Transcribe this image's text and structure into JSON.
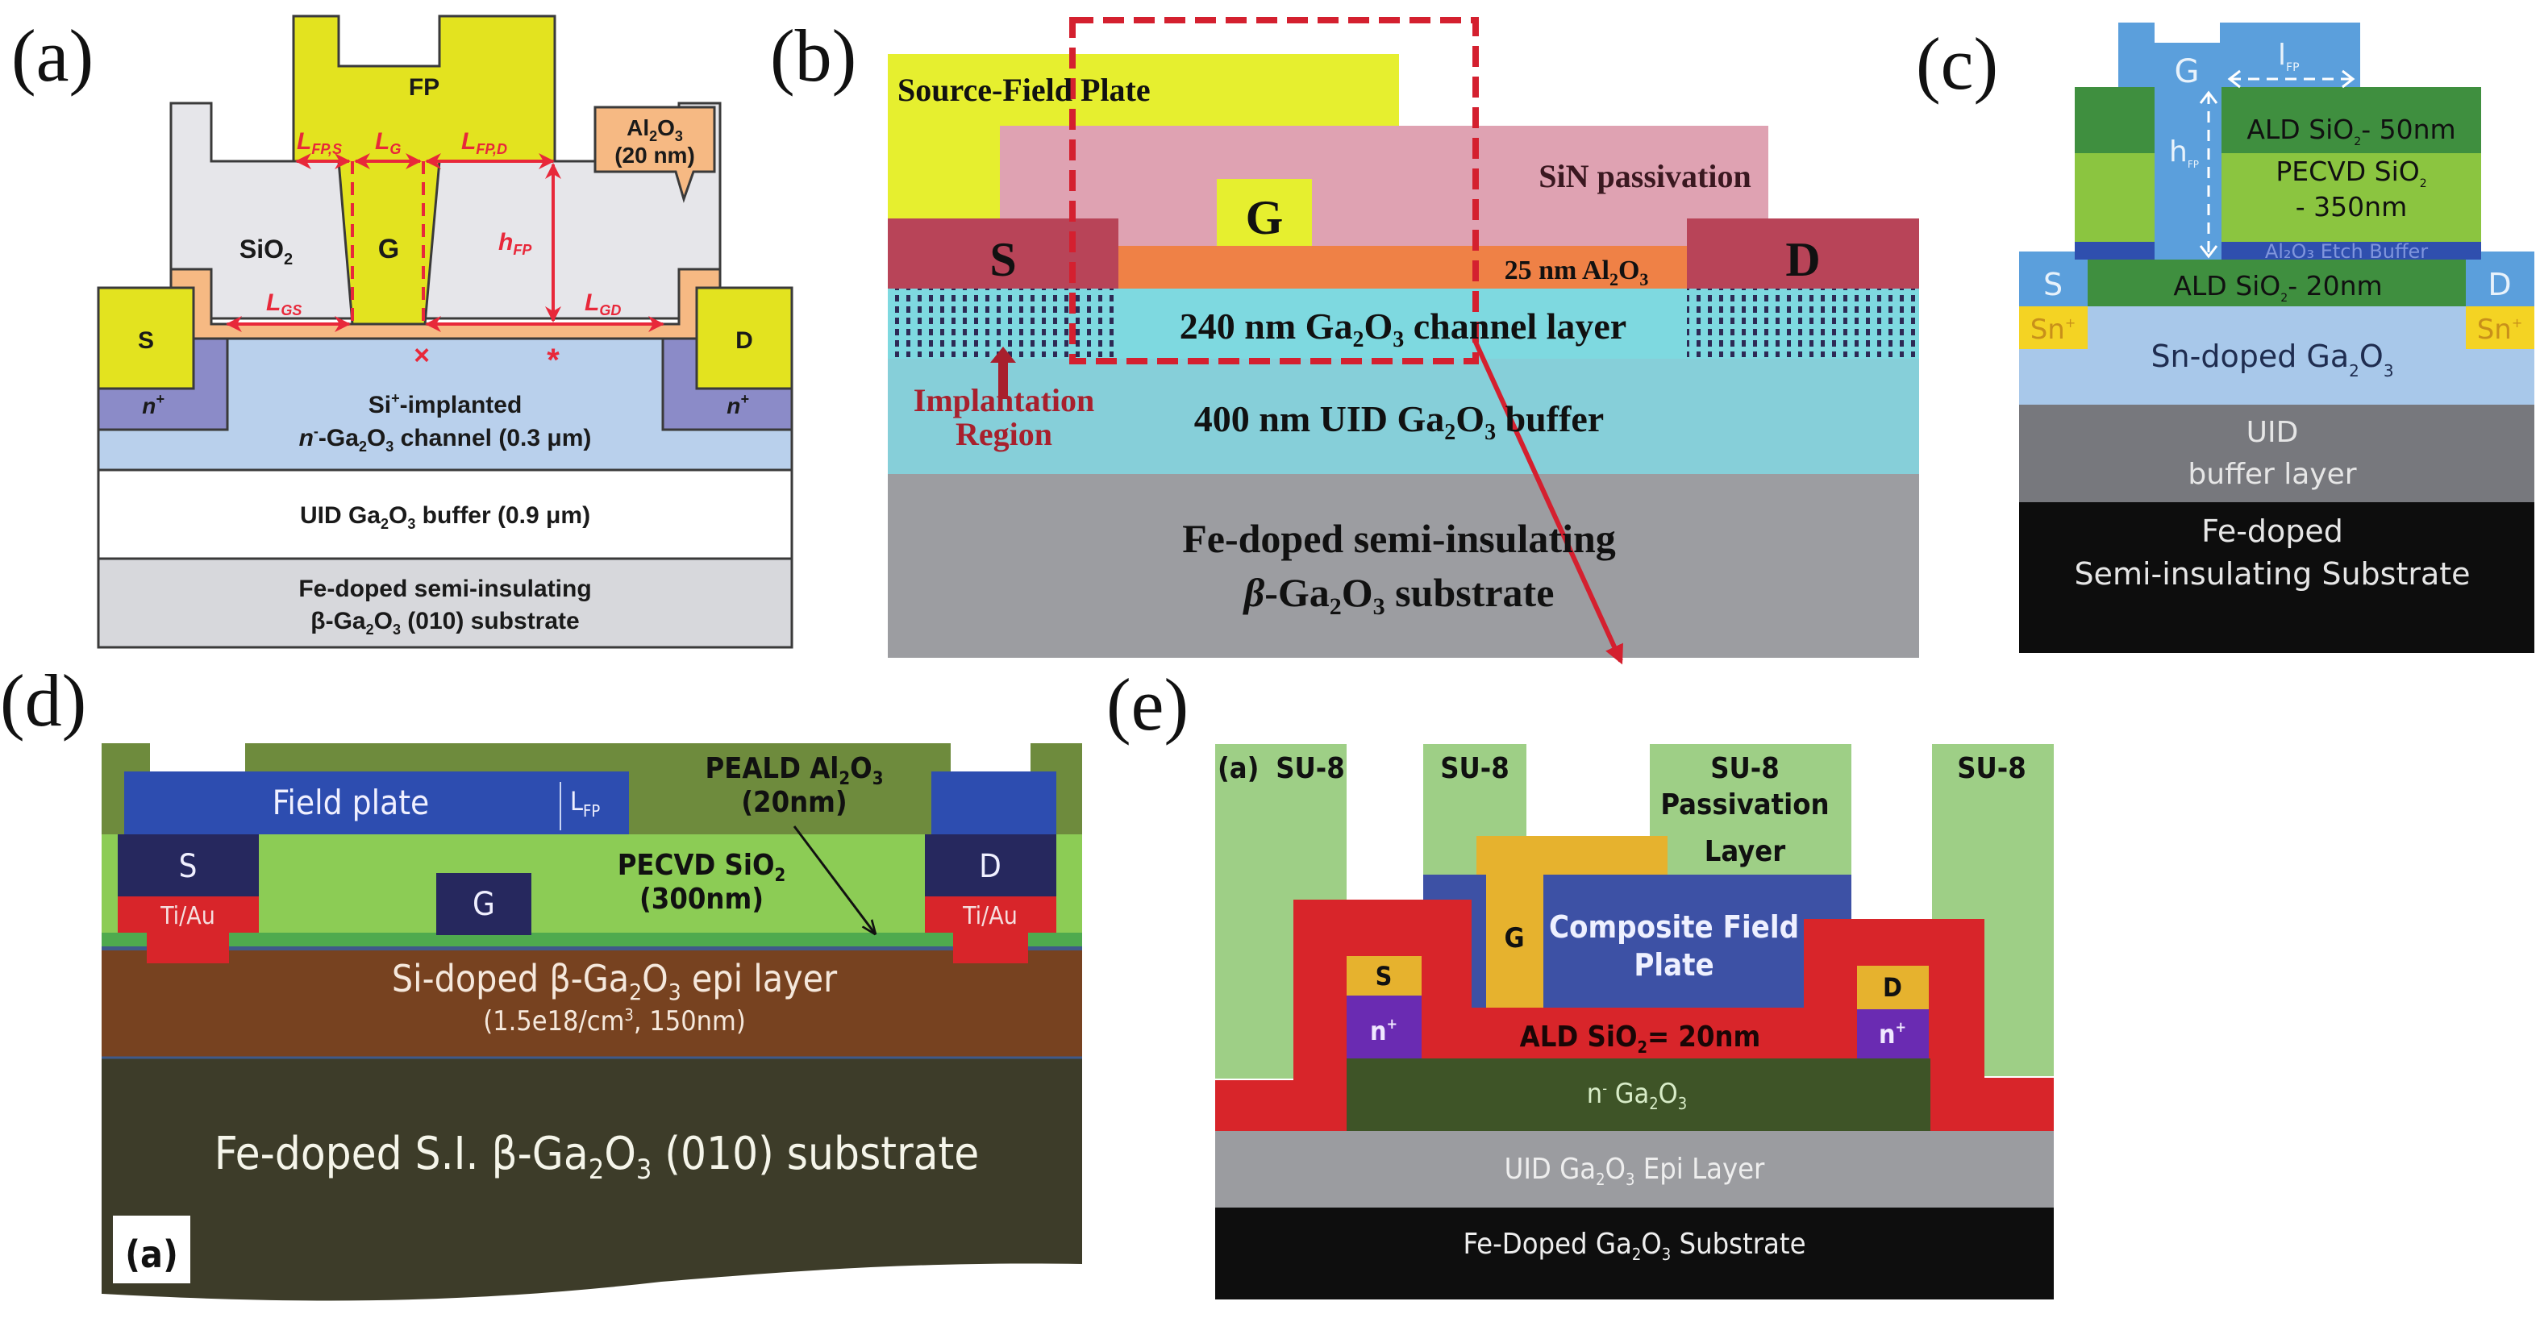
{
  "figure": {
    "description": "Five cross-section schematics of field-plated beta-Ga2O3 MOSFET device structures",
    "panel_labels": [
      "(a)",
      "(b)",
      "(c)",
      "(d)",
      "(e)"
    ]
  },
  "panel_a": {
    "label": "(a)",
    "colors": {
      "metal": "#e3e31f",
      "sio2": "#e6e6ea",
      "al2o3": "#f6b983",
      "nplus": "#8b8bc8",
      "channel": "#b9d0ec",
      "buffer": "#ffffff",
      "substrate": "#d7d8dc",
      "annotation": "#e8283a"
    },
    "field_plate": "FP",
    "gate": "G",
    "source": "S",
    "drain": "D",
    "dielectric": {
      "base": "SiO",
      "sub": "2"
    },
    "al2o3_callout": {
      "line1_base": "Al",
      "line1_sub1": "2",
      "line1_mid": "O",
      "line1_sub2": "3",
      "line2": "(20 nm)"
    },
    "dimensions": {
      "lfps": {
        "base": "L",
        "sub": "FP,S"
      },
      "lg": {
        "base": "L",
        "sub": "G"
      },
      "lfpd": {
        "base": "L",
        "sub": "FP,D"
      },
      "hfp": {
        "base": "h",
        "sub": "FP"
      },
      "lgs": {
        "base": "L",
        "sub": "GS"
      },
      "lgd": {
        "base": "L",
        "sub": "GD"
      }
    },
    "markers": {
      "x_mark": "×",
      "star_mark": "*"
    },
    "nplus": {
      "base": "n",
      "sup": "+"
    },
    "channel_line1": {
      "base": "Si",
      "sup": "+",
      "rest": "-implanted"
    },
    "channel_line2": {
      "pre": "n",
      "sup": "-",
      "mid": "-Ga",
      "s1": "2",
      "o": "O",
      "s2": "3",
      "rest": " channel (0.3 μm)"
    },
    "buffer": {
      "pre": "UID Ga",
      "s1": "2",
      "o": "O",
      "s2": "3",
      "rest": " buffer (0.9 μm)"
    },
    "substrate_line1": "Fe-doped semi-insulating",
    "substrate_line2": {
      "pre": "β-Ga",
      "s1": "2",
      "o": "O",
      "s2": "3",
      "rest": " (010) substrate"
    }
  },
  "panel_b": {
    "label": "(b)",
    "colors": {
      "field_plate": "#e6ef2f",
      "sin": "#dfa2b2",
      "contact": "#b84458",
      "al2o3": "#ef8146",
      "channel": "#7ed9e0",
      "buffer": "#86cfd9",
      "substrate": "#9c9da1",
      "highlight": "#d4202f"
    },
    "source_field_plate": "Source-Field Plate",
    "sin": "SiN passivation",
    "gate": "G",
    "source": "S",
    "drain": "D",
    "al2o3": {
      "pre": "25 nm Al",
      "s1": "2",
      "o": "O",
      "s2": "3"
    },
    "channel": {
      "pre": "240 nm Ga",
      "s1": "2",
      "o": "O",
      "s2": "3",
      "rest": " channel layer"
    },
    "implantation_line1": "Implantation",
    "implantation_line2": "Region",
    "buffer": {
      "pre": "400 nm UID Ga",
      "s1": "2",
      "o": "O",
      "s2": "3",
      "rest": " buffer"
    },
    "substrate_line1": "Fe-doped semi-insulating",
    "substrate_line2": {
      "pre": "β",
      "mid": "-Ga",
      "s1": "2",
      "o": "O",
      "s2": "3",
      "rest": " substrate"
    }
  },
  "panel_c": {
    "label": "(c)",
    "colors": {
      "metal": "#5b9fdc",
      "ald": "#3f8f3f",
      "pecvd": "#8bc540",
      "etch": "#2f4fae",
      "sn_plus": "#f4d323",
      "channel": "#a8c8ea",
      "uid": "#77787d",
      "substrate": "#0d0d0d"
    },
    "gate": "G",
    "lfp": {
      "base": "l",
      "sub": "FP"
    },
    "hfp": {
      "base": "h",
      "sub": "FP"
    },
    "ald_top": {
      "pre": "ALD SiO",
      "sub": "2",
      "rest": "- 50nm"
    },
    "pecvd_line1": {
      "pre": "PECVD SiO",
      "sub": "2"
    },
    "pecvd_line2": "- 350nm",
    "etch_buffer": "Al₂O₃ Etch Buffer",
    "ald_bottom": {
      "pre": "ALD SiO",
      "sub": "2",
      "rest": "- 20nm"
    },
    "source": "S",
    "drain": "D",
    "sn_plus": {
      "base": "Sn",
      "sup": "+"
    },
    "channel": {
      "pre": "Sn-doped Ga",
      "s1": "2",
      "o": "O",
      "s2": "3"
    },
    "uid_line1": "UID",
    "uid_line2": "buffer layer",
    "substrate_line1": "Fe-doped",
    "substrate_line2": "Semi-insulating Substrate"
  },
  "panel_d": {
    "label": "(d)",
    "inset_label": "(a)",
    "colors": {
      "peald": "#6e8b3d",
      "field_plate": "#2d4db0",
      "contact": "#26285e",
      "tiau": "#d8252a",
      "pecvd": "#8ccc55",
      "thin": "#4faa4e",
      "epi": "#774220",
      "substrate": "#3d3c29"
    },
    "field_plate": "Field plate",
    "lfp": {
      "base": "L",
      "sub": "FP"
    },
    "peald_line1": {
      "pre": "PEALD Al",
      "s1": "2",
      "o": "O",
      "s2": "3"
    },
    "peald_line2": "(20nm)",
    "pecvd_line1": {
      "pre": "PECVD SiO",
      "sub": "2"
    },
    "pecvd_line2": "(300nm)",
    "source": "S",
    "drain": "D",
    "gate": "G",
    "tiau": "Ti/Au",
    "epi_line1": {
      "pre": "Si-doped β-Ga",
      "s1": "2",
      "o": "O",
      "s2": "3",
      "rest": " epi layer"
    },
    "epi_line2": {
      "pre": "(1.5e18/cm",
      "sup": "3",
      "rest": ", 150nm)"
    },
    "substrate": {
      "pre": "Fe-doped S.I. β-Ga",
      "s1": "2",
      "o": "O",
      "s2": "3",
      "rest": " (010) substrate"
    }
  },
  "panel_e": {
    "label": "(e)",
    "inset_label": "(a)",
    "colors": {
      "su8": "#9ecf86",
      "gate": "#e6b22e",
      "field_plate": "#3d51a5",
      "ald": "#d8252a",
      "nplus": "#6a2bb2",
      "nminus": "#3e5427",
      "uid": "#9b9ca0",
      "substrate": "#0e0e0e"
    },
    "su8": "SU-8",
    "passivation_line1": "Passivation",
    "passivation_line2": "Layer",
    "gate": "G",
    "composite_line1": "Composite Field",
    "composite_line2": "Plate",
    "source": "S",
    "drain": "D",
    "nplus": {
      "base": "n",
      "sup": "+"
    },
    "ald": {
      "pre": "ALD SiO",
      "sub": "2",
      "rest": "= 20nm"
    },
    "nminus": {
      "base": "n",
      "sup": "-",
      "mid": " Ga",
      "s1": "2",
      "o": "O",
      "s2": "3"
    },
    "uid": {
      "pre": "UID Ga",
      "s1": "2",
      "o": "O",
      "s2": "3",
      "rest": " Epi Layer"
    },
    "substrate": {
      "pre": "Fe-Doped Ga",
      "s1": "2",
      "o": "O",
      "s2": "3",
      "rest": " Substrate"
    }
  }
}
